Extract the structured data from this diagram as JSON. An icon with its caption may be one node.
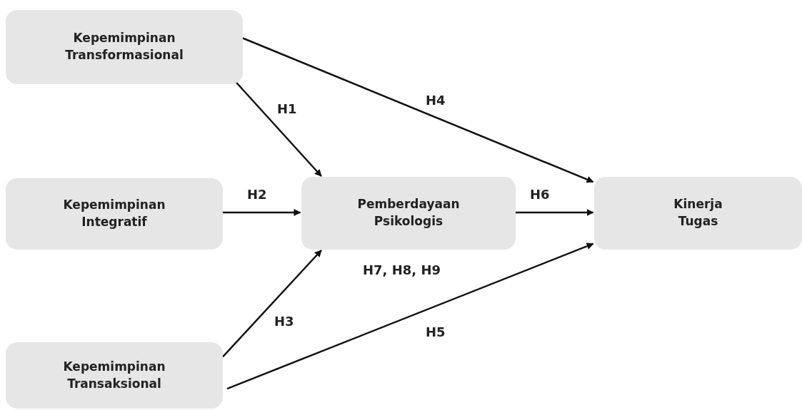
{
  "diagram": {
    "nodes": [
      {
        "text": [
          "Kepemimpinan Transformasional"
        ]
      },
      {
        "text": [
          "Kepemimpinan Integratif"
        ]
      },
      {
        "text": [
          "Pemberdayaan Psikologis"
        ]
      },
      {
        "text": [
          "Kinerja Tugas"
        ]
      },
      {
        "text": [
          "Kepemimpinan Transaksional"
        ]
      }
    ],
    "edges": [
      {
        "from": 0,
        "to": 2,
        "arrow": "to",
        "label": "H1"
      },
      {
        "from": 0,
        "to": 3,
        "arrow": "to",
        "label": "H4"
      },
      {
        "from": 1,
        "to": 2,
        "arrow": "to",
        "label": "H2"
      },
      {
        "from": 2,
        "to": 3,
        "arrow": "to",
        "label": "H6"
      },
      {
        "from": 4,
        "to": 2,
        "arrow": "to",
        "label": "H3"
      },
      {
        "from": 4,
        "to": 3,
        "arrow": "to",
        "label": "H5"
      }
    ],
    "labels": [
      "H7, H8, H9"
    ]
  }
}
